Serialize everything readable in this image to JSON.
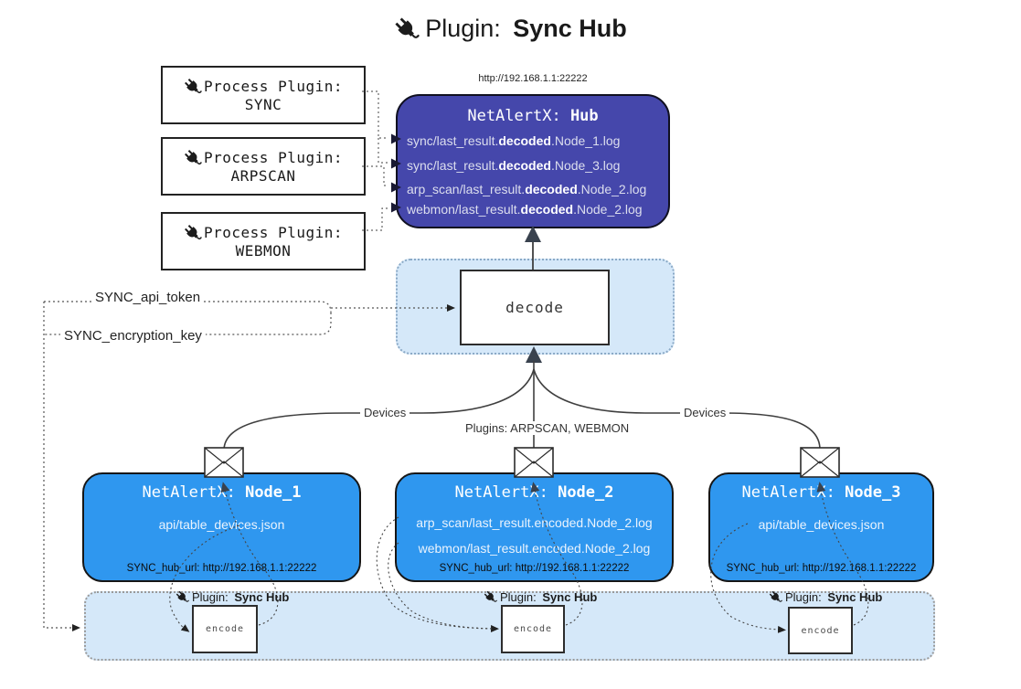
{
  "title": {
    "label": "Plugin: ",
    "bold": "Sync Hub"
  },
  "process_plugins": [
    {
      "label": "Process Plugin:",
      "name": "SYNC"
    },
    {
      "label": "Process Plugin:",
      "name": "ARPSCAN"
    },
    {
      "label": "Process Plugin:",
      "name": "WEBMON"
    }
  ],
  "hub": {
    "url": "http://192.168.1.1:22222",
    "name": "NetAlertX: ",
    "name_bold": "Hub",
    "logs": [
      {
        "pre": "sync/last_result.",
        "bold": "decoded",
        "post": ".Node_1.log"
      },
      {
        "pre": "sync/last_result.",
        "bold": "decoded",
        "post": ".Node_3.log"
      },
      {
        "pre": "arp_scan/last_result.",
        "bold": "decoded",
        "post": ".Node_2.log"
      },
      {
        "pre": "webmon/last_result.",
        "bold": "decoded",
        "post": ".Node_2.log"
      }
    ]
  },
  "keys": {
    "api_token": "SYNC_api_token",
    "encryption_key": "SYNC_encryption_key"
  },
  "decode": {
    "label": "decode"
  },
  "edge_labels": {
    "devices_left": "Devices",
    "plugins_mid": "Plugins: ARPSCAN, WEBMON",
    "devices_right": "Devices"
  },
  "nodes": [
    {
      "name": "NetAlertX: ",
      "name_bold": "Node_1",
      "lines": [
        "api/table_devices.json"
      ],
      "hub_url": "SYNC_hub_url: http://192.168.1.1:22222"
    },
    {
      "name": "NetAlertX: ",
      "name_bold": "Node_2",
      "lines": [
        "arp_scan/last_result.encoded.Node_2.log",
        "webmon/last_result.encoded.Node_2.log"
      ],
      "hub_url": "SYNC_hub_url: http://192.168.1.1:22222"
    },
    {
      "name": "NetAlertX: ",
      "name_bold": "Node_3",
      "lines": [
        "api/table_devices.json"
      ],
      "hub_url": "SYNC_hub_url: http://192.168.1.1:22222"
    }
  ],
  "encoder": {
    "label": "Plugin: ",
    "label_bold": "Sync Hub",
    "box": "encode"
  },
  "colors": {
    "hub_fill": "#4547ab",
    "node_fill": "#2f97ef",
    "panel_fill": "#d5e8f9",
    "arrow": "#39424e"
  }
}
